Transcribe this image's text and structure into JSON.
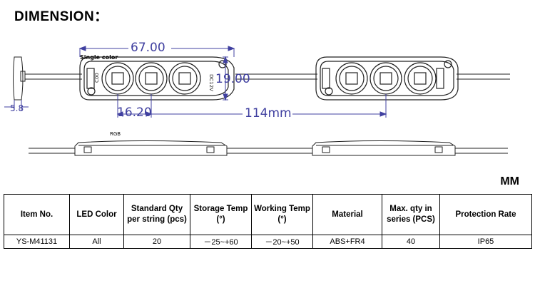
{
  "heading": "DIMENSION：",
  "unit_label": "MM",
  "drawing": {
    "label_single_color": "Single color",
    "label_rgb": "RGB",
    "dim_length": "67.00",
    "dim_height": "19.00",
    "dim_thickness": "5.8",
    "dim_hole_offset": "16.20",
    "dim_pitch": "114mm",
    "led_marking_left": "C00",
    "led_marking_right": "DC12V"
  },
  "spec_table": {
    "headers": [
      "Item No.",
      "LED Color",
      "Standard Qty\nper string   (pcs)",
      "Storage Temp\n(°)",
      "Working Temp\n(°)",
      "Material",
      "Max. qty in\nseries (PCS)",
      "Protection Rate"
    ],
    "rows": [
      [
        "YS-M41131",
        "All",
        "20",
        "－25~+60",
        "－20~+50",
        "ABS+FR4",
        "40",
        "IP65"
      ]
    ]
  }
}
